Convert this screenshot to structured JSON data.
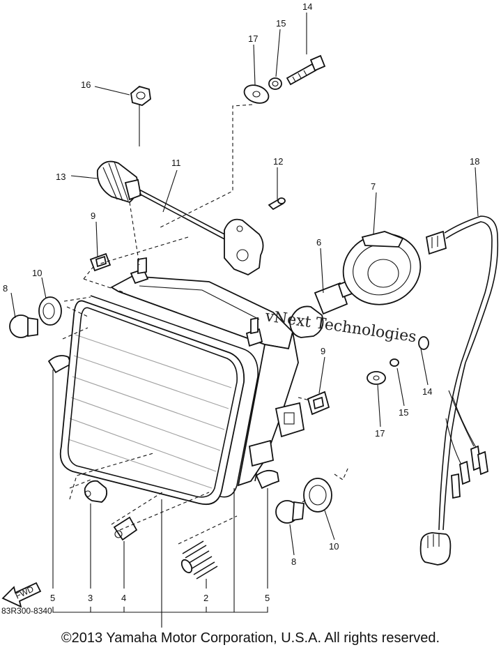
{
  "diagram": {
    "callouts": [
      "14",
      "15",
      "17",
      "16",
      "13",
      "11",
      "12",
      "18",
      "7",
      "9",
      "6",
      "10",
      "8",
      "9",
      "14",
      "15",
      "17",
      "10",
      "8",
      "5",
      "3",
      "4",
      "2",
      "5"
    ],
    "reference_code": "83R300-8340",
    "fwd_label": "FWD",
    "watermark_text": "vNext Technologies"
  },
  "copyright": "©2013 Yamaha Motor Corporation, U.S.A. All rights reserved."
}
